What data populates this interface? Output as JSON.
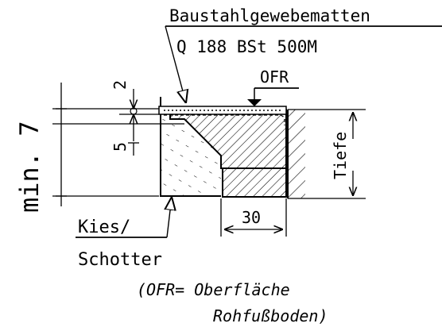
{
  "labels": {
    "mesh_title": "Baustahlgewebematten",
    "mesh_spec": "Q 188 BSt 500M",
    "ofr": "OFR",
    "dim_2": "2",
    "dim_5": "5",
    "dim_min7": "min. 7",
    "tiefe": "Tiefe",
    "dim_30": "30",
    "kies": "Kies/",
    "schotter": "Schotter",
    "note_line1": "(OFR= Oberfläche",
    "note_line2": "Rohfußboden)"
  }
}
